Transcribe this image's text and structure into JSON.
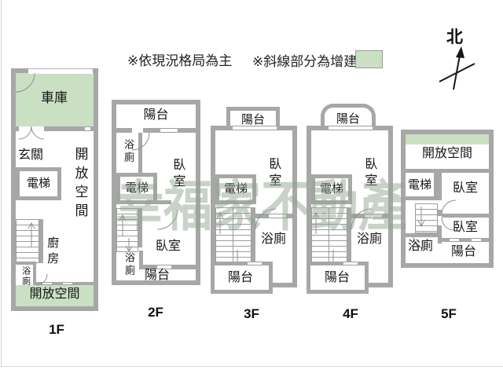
{
  "page": {
    "note_current_layout": "※依現況格局為主",
    "note_addition": "※斜線部分為增建",
    "compass_north": "北",
    "watermark": "幸福家不動產",
    "colors": {
      "addition_green": "#c9e0c3",
      "wall_gray": "#a7a7a7",
      "watermark_green": "#93a692"
    }
  },
  "floors": [
    {
      "label": "1F",
      "rooms": {
        "garage": "車庫",
        "entry": "玄關",
        "elevator": "電梯",
        "open_space": "開放空間",
        "kitchen": "廚房",
        "bath": "浴廁",
        "open_space_front": "開放空間"
      }
    },
    {
      "label": "2F",
      "rooms": {
        "balcony_front": "陽台",
        "bath_front": "浴廁",
        "bedroom_front": "臥室",
        "elevator": "電梯",
        "bath_rear": "浴廁",
        "bedroom_rear": "臥室",
        "balcony_rear": "陽台"
      }
    },
    {
      "label": "3F",
      "rooms": {
        "balcony_front": "陽台",
        "bedroom": "臥室",
        "elevator": "電梯",
        "bath": "浴廁",
        "balcony_rear": "陽台"
      }
    },
    {
      "label": "4F",
      "rooms": {
        "balcony_front": "陽台",
        "bedroom": "臥室",
        "elevator": "電梯",
        "bath": "浴廁",
        "balcony_rear": "陽台"
      }
    },
    {
      "label": "5F",
      "rooms": {
        "open_space": "開放空間",
        "elevator": "電梯",
        "bedroom1": "臥室",
        "bedroom2": "臥室",
        "bath": "浴廁",
        "balcony": "陽台"
      }
    }
  ]
}
